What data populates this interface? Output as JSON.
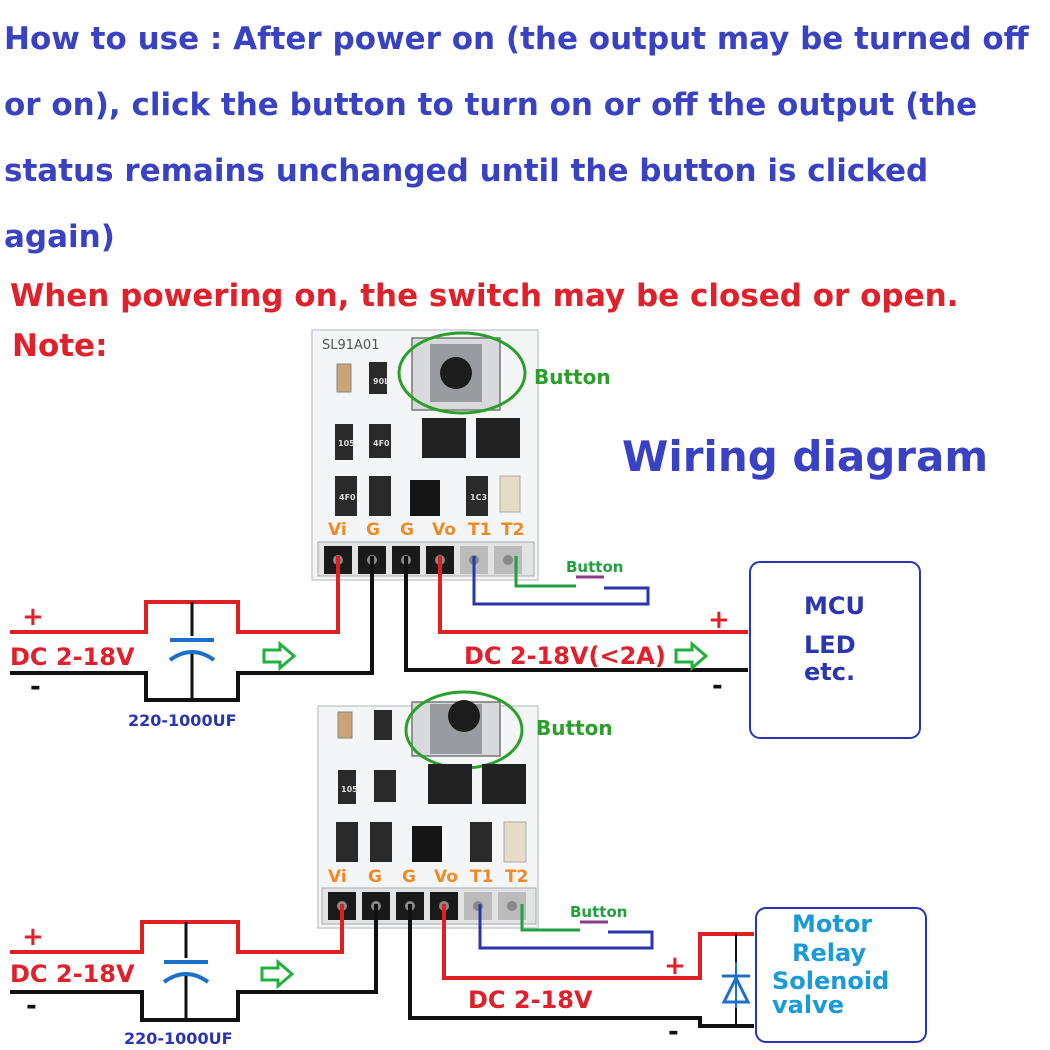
{
  "header": {
    "how_to_use": "How to use : After power on (the output may be turned off or on), click the button to turn on or off the output (the status remains unchanged until the button is clicked again)",
    "when_powering": "When powering on, the switch may be closed or open.",
    "note": "Note:",
    "wiring_title": "Wiring diagram"
  },
  "board": {
    "model": "SL91A01",
    "pins": [
      "Vi",
      "G",
      "G",
      "Vo",
      "T1",
      "T2"
    ],
    "components": [
      "90L",
      "105",
      "4F0",
      "4F0",
      "105",
      "1C3"
    ]
  },
  "labels": {
    "button": "Button",
    "plus": "+",
    "minus": "-",
    "capacitor": "220-1000UF",
    "dc_in": "DC 2-18V",
    "dc_out_top": "DC 2-18V(<2A)",
    "dc_out_bottom": "DC 2-18V"
  },
  "loads": {
    "top": [
      "MCU",
      "LED",
      "etc."
    ],
    "bottom": [
      "Motor",
      "Relay",
      "Solenoid",
      "valve"
    ]
  },
  "colors": {
    "title_blue": "#3a42c4",
    "note_red": "#e0202a",
    "wire_red": "#e02020",
    "wire_black": "#111111",
    "wire_blue": "#2a35b0",
    "wire_green": "#20a040",
    "pin_orange": "#f08a24",
    "label_green": "#2aa02a",
    "load_blue": "#1a9ad6",
    "label_navy": "#2a35b0"
  }
}
